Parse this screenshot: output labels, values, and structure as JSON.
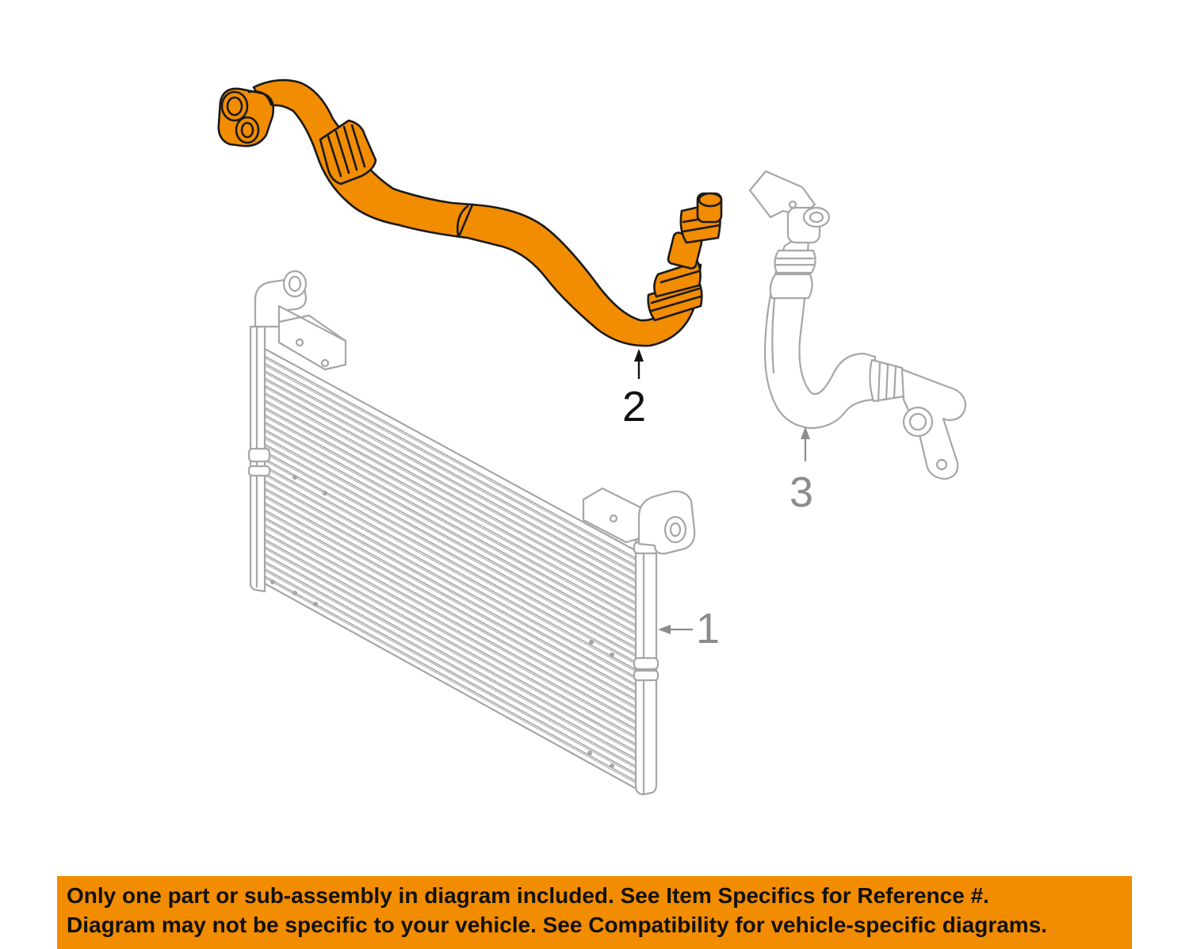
{
  "colors": {
    "highlight": "#f28c00",
    "outline": "#1a1a1a",
    "ghost": "#a6a6a6",
    "banner": "#f28c00"
  },
  "callouts": {
    "item1": "1",
    "item2": "2",
    "item3": "3"
  },
  "parts": {
    "item1_icon": "oil-cooler-icon",
    "item2_icon": "cooler-line-icon",
    "item3_icon": "return-hose-icon"
  },
  "disclaimer": {
    "line1": "Only one part or sub-assembly in diagram included. See Item Specifics for Reference #.",
    "line2": "Diagram may not be specific to your vehicle. See Compatibility for vehicle-specific diagrams."
  }
}
